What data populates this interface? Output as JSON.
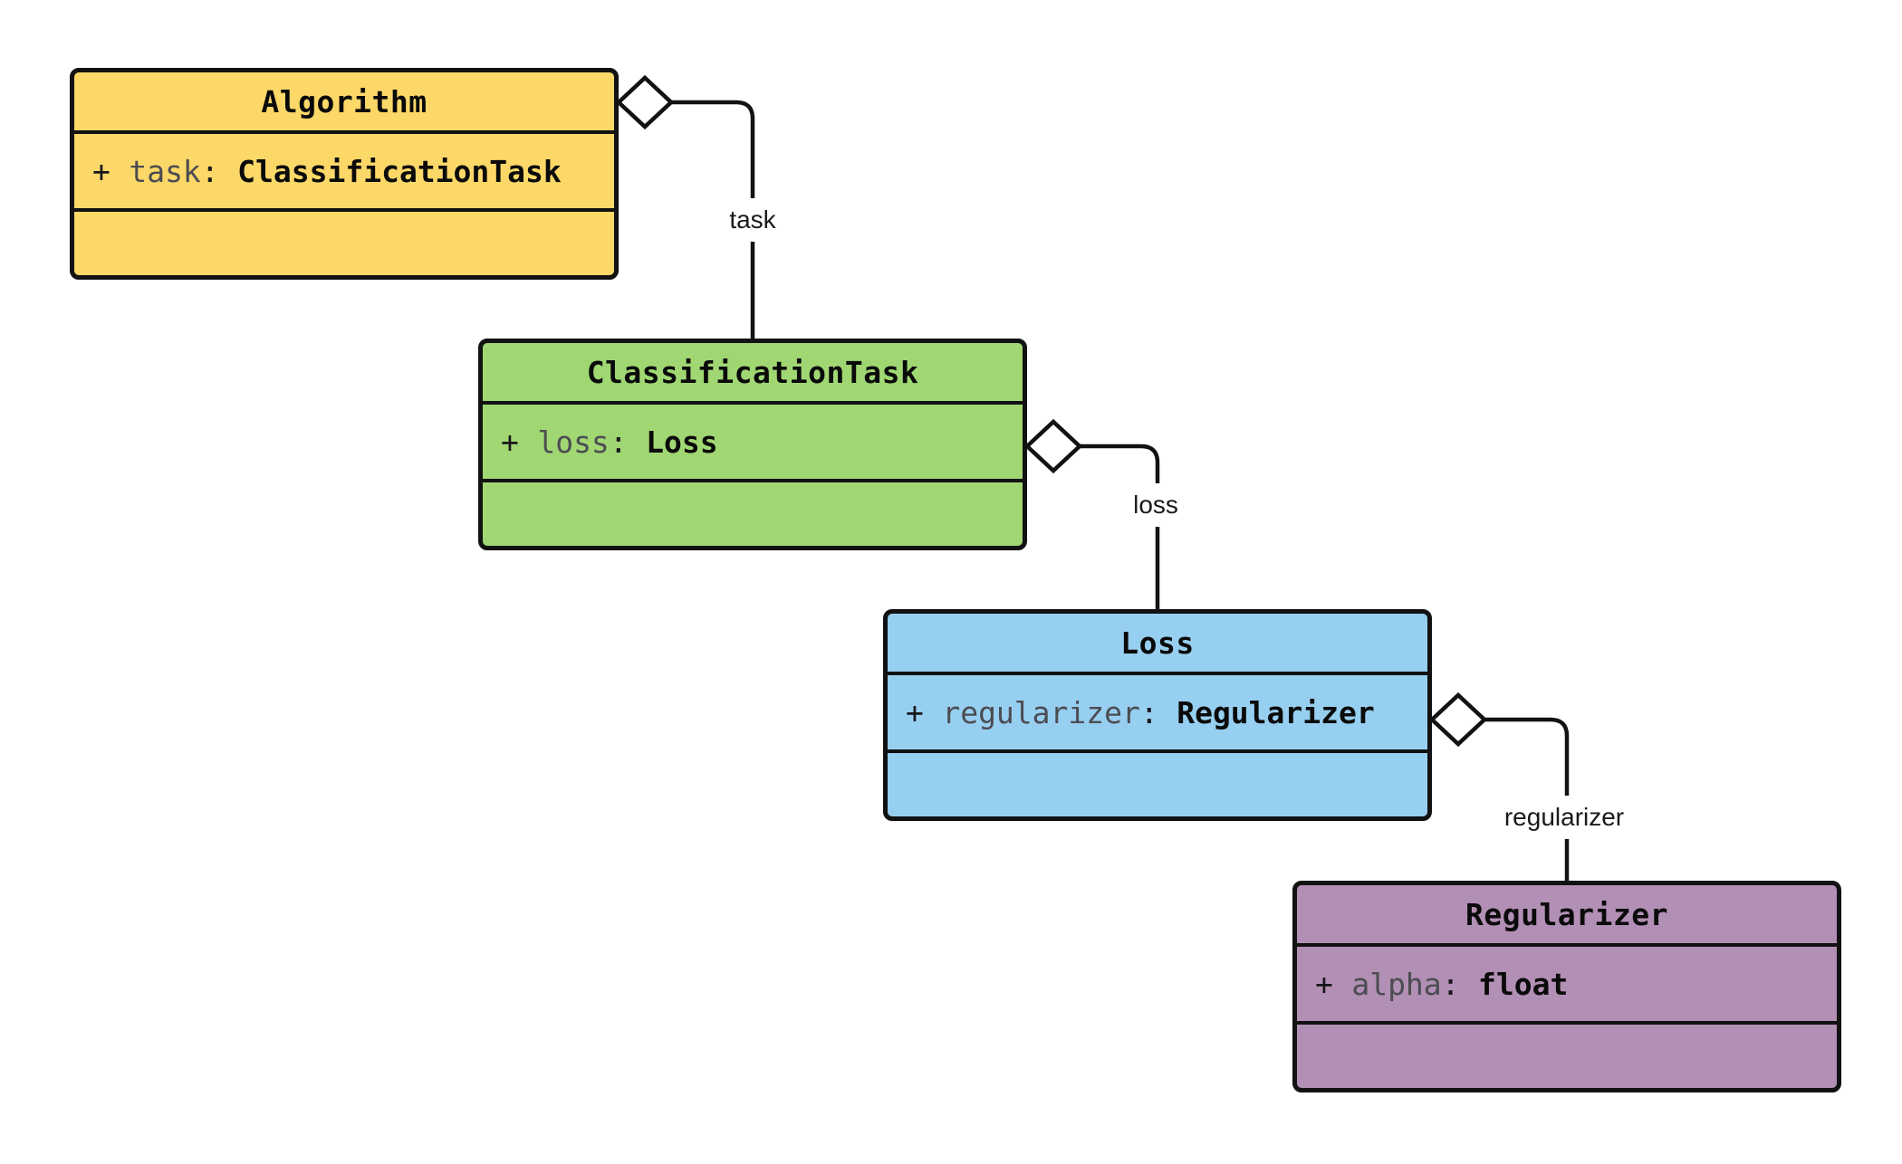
{
  "diagram": {
    "kind": "uml-class-diagram",
    "classes": [
      {
        "name": "Algorithm",
        "fill": "#FCD868",
        "attributes": [
          {
            "visibility": "+",
            "name": "task",
            "separator": ":",
            "type": "ClassificationTask"
          }
        ]
      },
      {
        "name": "ClassificationTask",
        "fill": "#A0D773",
        "attributes": [
          {
            "visibility": "+",
            "name": "loss",
            "separator": ":",
            "type": "Loss"
          }
        ]
      },
      {
        "name": "Loss",
        "fill": "#97CFF0",
        "attributes": [
          {
            "visibility": "+",
            "name": "regularizer",
            "separator": ":",
            "type": "Regularizer"
          }
        ]
      },
      {
        "name": "Regularizer",
        "fill": "#B28FB4",
        "attributes": [
          {
            "visibility": "+",
            "name": "alpha",
            "separator": ":",
            "type": "float"
          }
        ]
      }
    ],
    "relations": [
      {
        "from": "Algorithm",
        "to": "ClassificationTask",
        "label": "task",
        "kind": "aggregation"
      },
      {
        "from": "ClassificationTask",
        "to": "Loss",
        "label": "loss",
        "kind": "aggregation"
      },
      {
        "from": "Loss",
        "to": "Regularizer",
        "label": "regularizer",
        "kind": "aggregation"
      }
    ],
    "colors": {
      "background": "#ffffff",
      "border": "#121212",
      "line": "#121212",
      "diamond_fill": "#ffffff",
      "title_text": "#0a0a0a",
      "attr_name_text": "#4c4c52",
      "edge_label_text": "#1a1a1a"
    }
  }
}
